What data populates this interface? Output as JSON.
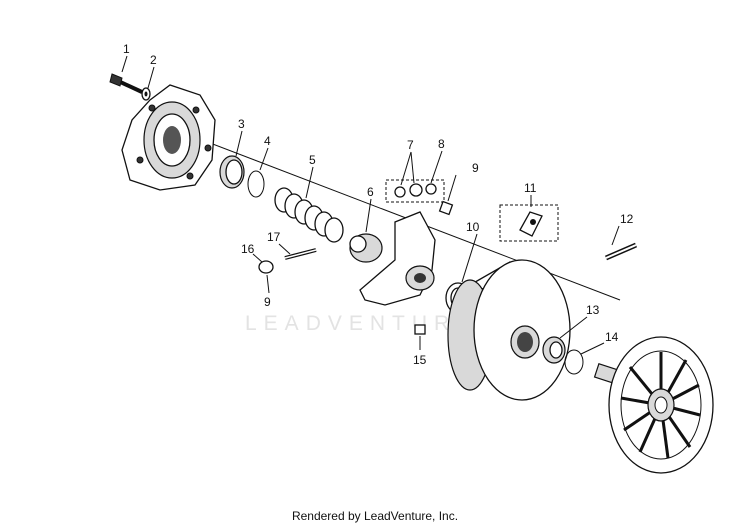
{
  "callouts": [
    {
      "id": "1",
      "text": "1"
    },
    {
      "id": "2",
      "text": "2"
    },
    {
      "id": "3",
      "text": "3"
    },
    {
      "id": "4",
      "text": "4"
    },
    {
      "id": "5",
      "text": "5"
    },
    {
      "id": "6",
      "text": "6"
    },
    {
      "id": "7",
      "text": "7"
    },
    {
      "id": "8",
      "text": "8"
    },
    {
      "id": "9a",
      "text": "9"
    },
    {
      "id": "9b",
      "text": "9"
    },
    {
      "id": "10",
      "text": "10"
    },
    {
      "id": "11",
      "text": "11"
    },
    {
      "id": "12",
      "text": "12"
    },
    {
      "id": "13",
      "text": "13"
    },
    {
      "id": "14",
      "text": "14"
    },
    {
      "id": "15",
      "text": "15"
    },
    {
      "id": "16",
      "text": "16"
    },
    {
      "id": "17",
      "text": "17"
    }
  ],
  "watermark": "LEADVENTURE",
  "footer": "Rendered by LeadVenture, Inc."
}
